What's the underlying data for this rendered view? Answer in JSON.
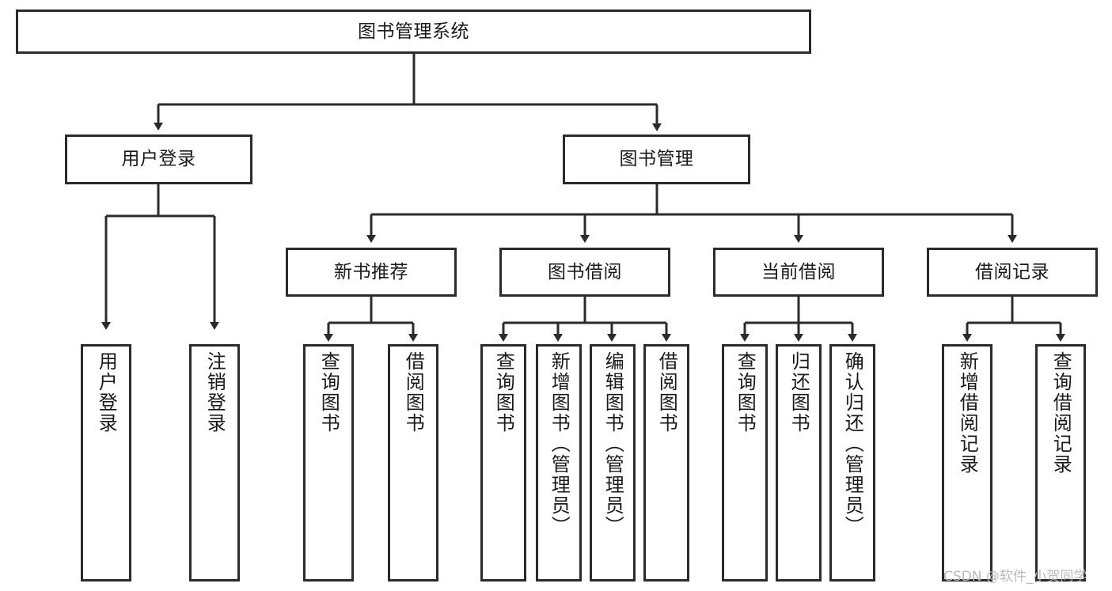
{
  "diagram": {
    "type": "tree-hierarchy-chart",
    "title": "图书管理系统",
    "orientation": "top-down",
    "line_color": "#2b2b2b",
    "box_fill": "#ffffff",
    "text_color": "#1a1a1a",
    "watermark": "CSDN @软件_小贺同学",
    "levels": 4
  },
  "nodes": {
    "root": {
      "label": "图书管理系统",
      "level": 1
    },
    "user_login": {
      "label": "用户登录",
      "level": 2
    },
    "book_manage": {
      "label": "图书管理",
      "level": 2
    },
    "new_book_rec": {
      "label": "新书推荐",
      "level": 3
    },
    "book_borrow": {
      "label": "图书借阅",
      "level": 3
    },
    "current_borrow": {
      "label": "当前借阅",
      "level": 3
    },
    "borrow_record": {
      "label": "借阅记录",
      "level": 3
    },
    "leaf_user_login": {
      "label": "用户登录",
      "level": 4
    },
    "leaf_logout": {
      "label": "注销登录",
      "level": 4
    },
    "leaf_query_book_1": {
      "label": "查询图书",
      "level": 4
    },
    "leaf_borrow_book_1": {
      "label": "借阅图书",
      "level": 4
    },
    "leaf_query_book_2": {
      "label": "查询图书",
      "level": 4
    },
    "leaf_add_book": {
      "label": "新增图书（管理员）",
      "level": 4
    },
    "leaf_edit_book": {
      "label": "编辑图书（管理员）",
      "level": 4
    },
    "leaf_borrow_book_2": {
      "label": "借阅图书",
      "level": 4
    },
    "leaf_query_book_3": {
      "label": "查询图书",
      "level": 4
    },
    "leaf_return_book": {
      "label": "归还图书",
      "level": 4
    },
    "leaf_confirm_return": {
      "label": "确认归还（管理员）",
      "level": 4
    },
    "leaf_add_record": {
      "label": "新增借阅记录",
      "level": 4
    },
    "leaf_query_record": {
      "label": "查询借阅记录",
      "level": 4
    }
  },
  "edges": [
    {
      "from": "root",
      "to": "user_login"
    },
    {
      "from": "root",
      "to": "book_manage"
    },
    {
      "from": "user_login",
      "to": "leaf_user_login"
    },
    {
      "from": "user_login",
      "to": "leaf_logout"
    },
    {
      "from": "book_manage",
      "to": "new_book_rec"
    },
    {
      "from": "book_manage",
      "to": "book_borrow"
    },
    {
      "from": "book_manage",
      "to": "current_borrow"
    },
    {
      "from": "book_manage",
      "to": "borrow_record"
    },
    {
      "from": "new_book_rec",
      "to": "leaf_query_book_1"
    },
    {
      "from": "new_book_rec",
      "to": "leaf_borrow_book_1"
    },
    {
      "from": "book_borrow",
      "to": "leaf_query_book_2"
    },
    {
      "from": "book_borrow",
      "to": "leaf_add_book"
    },
    {
      "from": "book_borrow",
      "to": "leaf_edit_book"
    },
    {
      "from": "book_borrow",
      "to": "leaf_borrow_book_2"
    },
    {
      "from": "current_borrow",
      "to": "leaf_query_book_3"
    },
    {
      "from": "current_borrow",
      "to": "leaf_return_book"
    },
    {
      "from": "current_borrow",
      "to": "leaf_confirm_return"
    },
    {
      "from": "borrow_record",
      "to": "leaf_add_record"
    },
    {
      "from": "borrow_record",
      "to": "leaf_query_record"
    }
  ]
}
